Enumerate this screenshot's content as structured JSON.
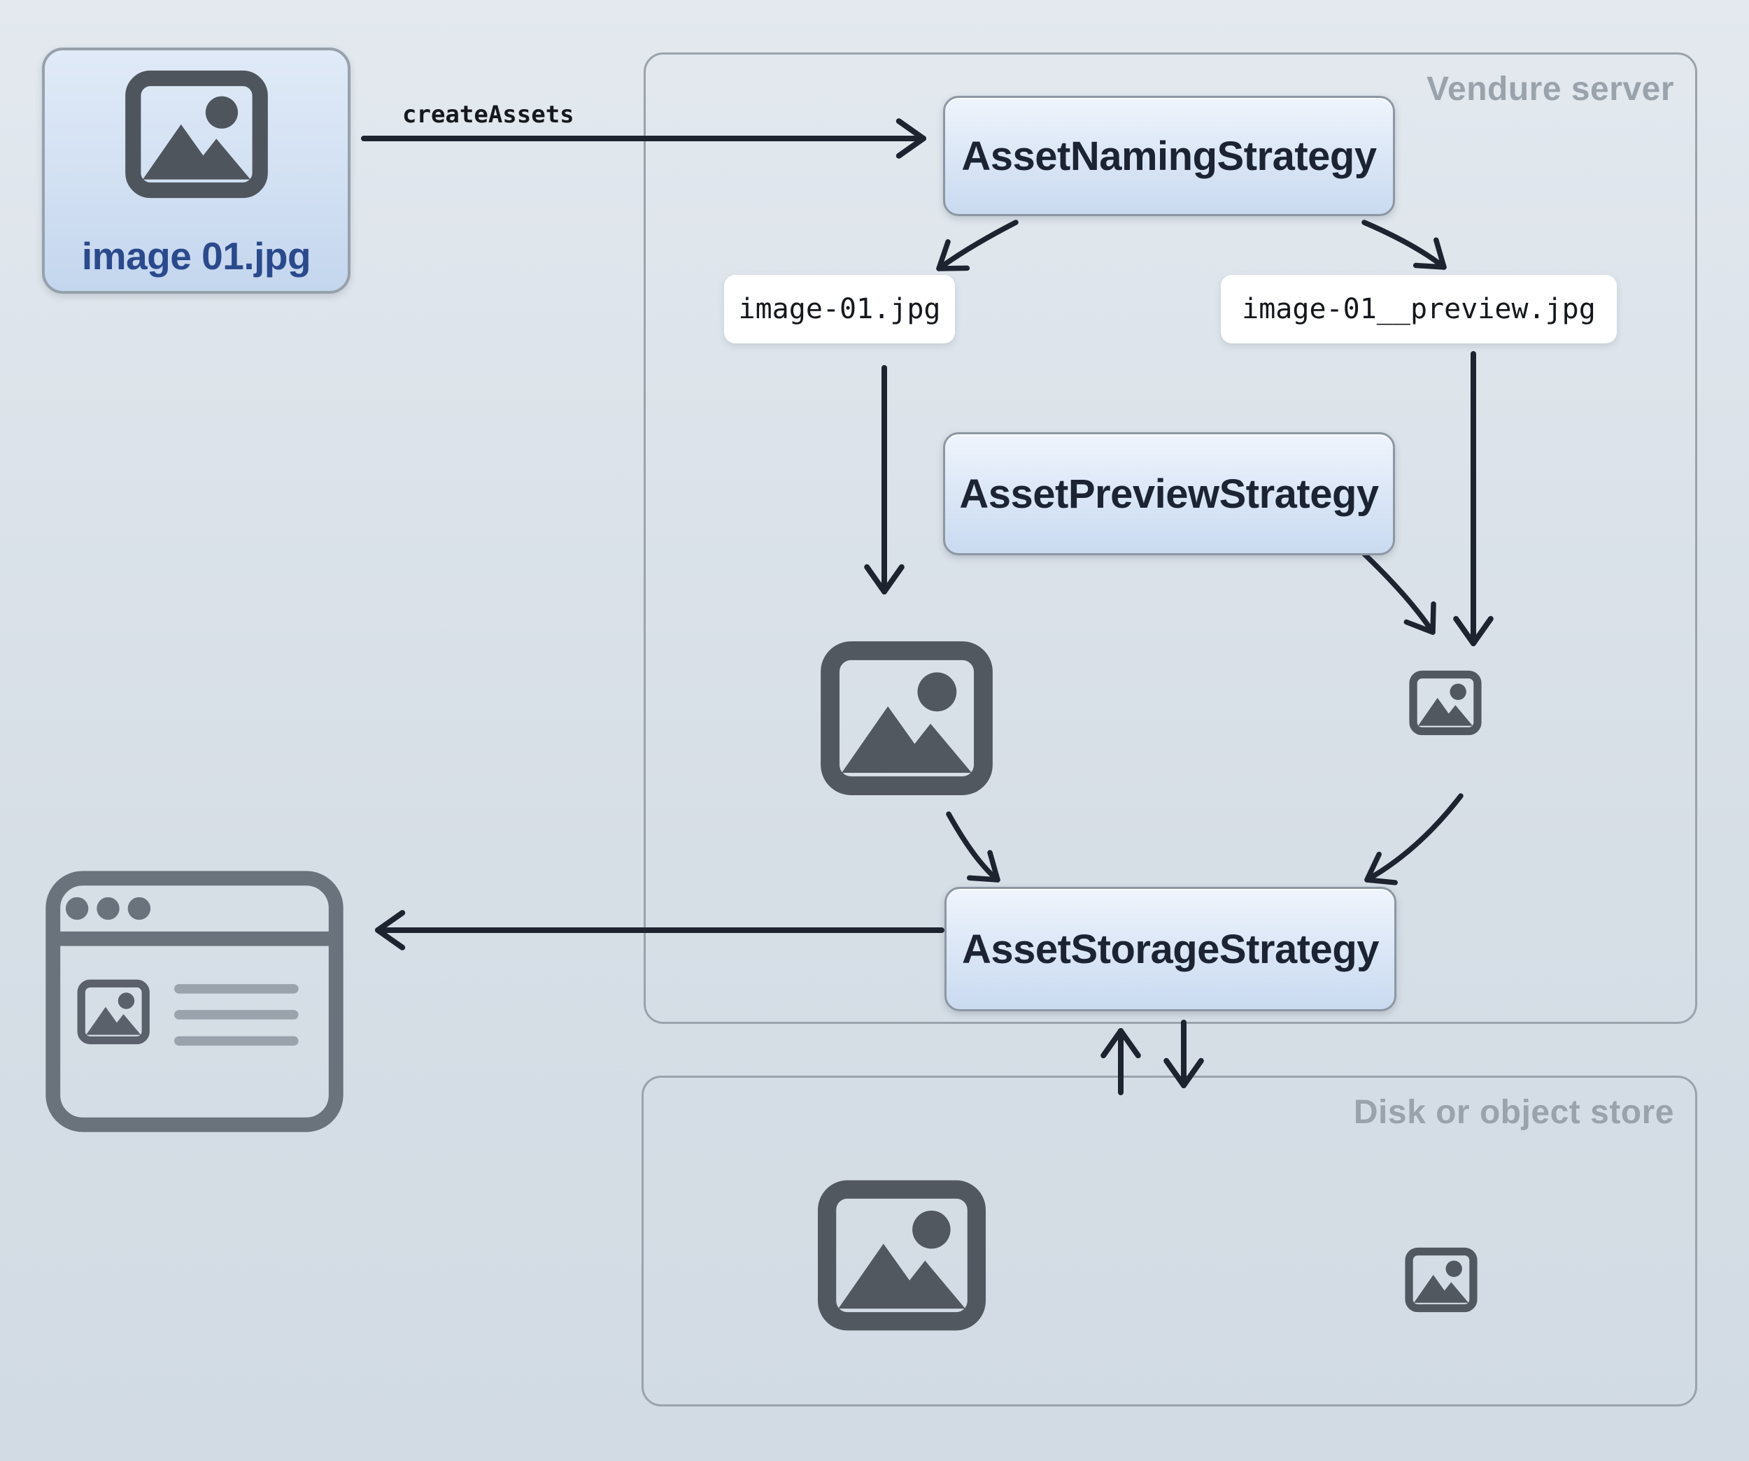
{
  "containers": {
    "server": {
      "label": "Vendure server"
    },
    "store": {
      "label": "Disk or object store"
    }
  },
  "source": {
    "filename": "image 01.jpg"
  },
  "flow": {
    "create_assets_label": "createAssets",
    "naming_strategy": "AssetNamingStrategy",
    "preview_strategy": "AssetPreviewStrategy",
    "storage_strategy": "AssetStorageStrategy",
    "original_filename": "image-01.jpg",
    "preview_filename": "image-01__preview.jpg"
  },
  "icons": {
    "source_file": "image-icon",
    "server_original": "image-icon",
    "server_preview": "image-icon-small",
    "store_original": "image-icon",
    "store_preview": "image-icon-small",
    "storefront": "browser-window-icon"
  },
  "colors": {
    "background_top": "#e3e9ef",
    "background_bottom": "#d2dbe3",
    "container_border": "#9aa3ac",
    "container_label": "#9aa3ac",
    "node_fill_top": "#eff4fc",
    "node_fill_bottom": "#c9daf0",
    "node_text": "#1c2433",
    "file_box_text": "#2b4a8c",
    "mono_label_bg": "#ffffff",
    "mono_label_text": "#14171c",
    "arrow": "#1d2430",
    "image_icon": "#51585f",
    "browser_icon": "#6a737c",
    "browser_icon_lines": "#9aa3ab"
  }
}
